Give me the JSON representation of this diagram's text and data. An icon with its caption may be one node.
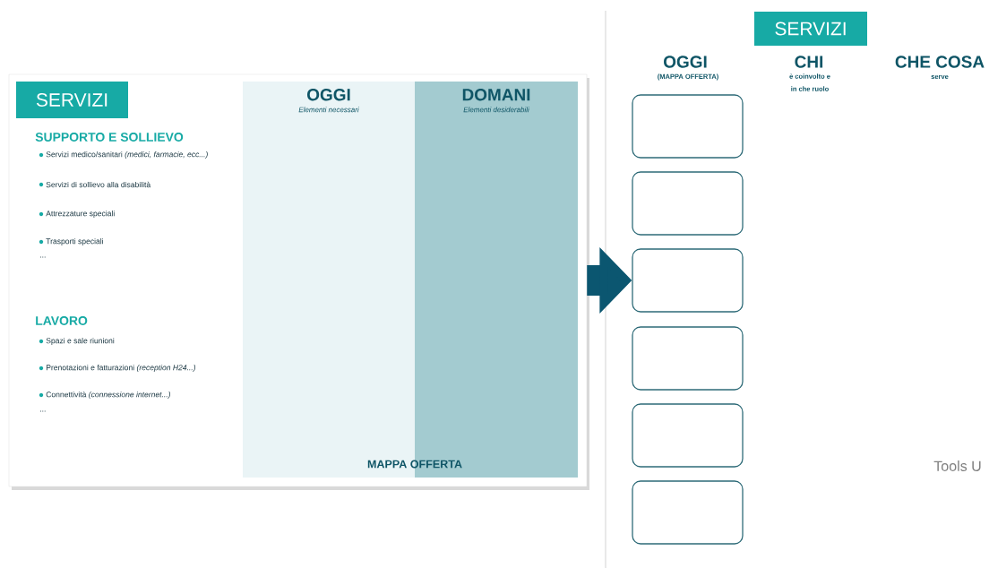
{
  "diagram": {
    "nodes": [
      {
        "text": [],
        "shape": "box"
      },
      {
        "text": [
          "SERVIZI"
        ],
        "in": 0
      },
      {
        "text": [
          "OGGI",
          "Elementi necessari"
        ],
        "in": 0
      },
      {
        "text": [
          "DOMANI",
          "Elementi desiderabili"
        ],
        "in": 0
      },
      {
        "text": [
          "SERVIZI"
        ]
      },
      {
        "text": [],
        "shape": "box"
      },
      {
        "text": [],
        "shape": "box"
      },
      {
        "text": [],
        "shape": "box"
      },
      {
        "text": [],
        "shape": "box"
      },
      {
        "text": [],
        "shape": "box"
      },
      {
        "text": [],
        "shape": "box"
      }
    ],
    "edges": [
      {
        "from": 0,
        "to": 7,
        "arrow": "to"
      }
    ],
    "labels": [
      "SUPPORTO E SOLLIEVO",
      "Servizi medico/sanitari *(medici, farmacie, ecc...)*",
      "Servizi di sollievo alla disabilità",
      "Attrezzature speciali",
      "Trasporti speciali",
      "...",
      "LAVORO",
      "Spazi e sale riunioni",
      "Prenotazioni e fatturazioni *(reception H24...)*",
      "Connettività *(connessione internet...)*",
      "...",
      "MAPPA OFFERTA",
      "OGGI",
      "(MAPPA OFFERTA)",
      "CHI",
      "è coinvolto e in che ruolo",
      "CHE COSA",
      "serve",
      "Tools U"
    ]
  }
}
